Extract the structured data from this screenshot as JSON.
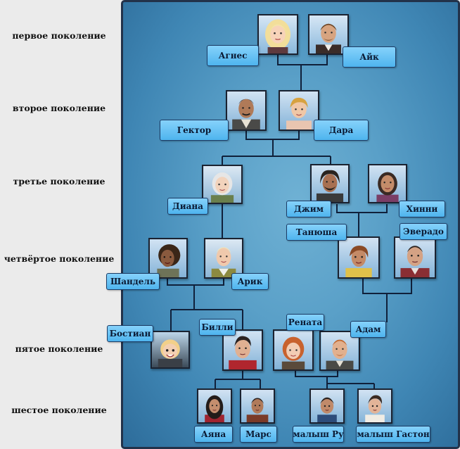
{
  "generations": [
    "первое поколение",
    "второе поколение",
    "третье поколение",
    "четвёртое поколение",
    "пятое поколение",
    "шестое поколение"
  ],
  "names": {
    "agnes": "Агнес",
    "ike": "Айк",
    "hector": "Гектор",
    "dara": "Дара",
    "diana": "Диана",
    "jim": "Джим",
    "hinni": "Хинни",
    "tanyusha": "Танюша",
    "everado": "Эверадо",
    "chandel": "Шандель",
    "arik": "Арик",
    "bostian": "Бостиан",
    "billi": "Билли",
    "renata": "Рената",
    "adam": "Адам",
    "ayana": "Аяна",
    "mars": "Марс",
    "malysh_ru": "малыш Ру",
    "malysh_gaston": "малыш Гастон"
  },
  "colors": {
    "panel": "#4a92bf",
    "line": "#10203a",
    "label_fill": "#5cbcf1",
    "label_border": "#1c3c66"
  }
}
